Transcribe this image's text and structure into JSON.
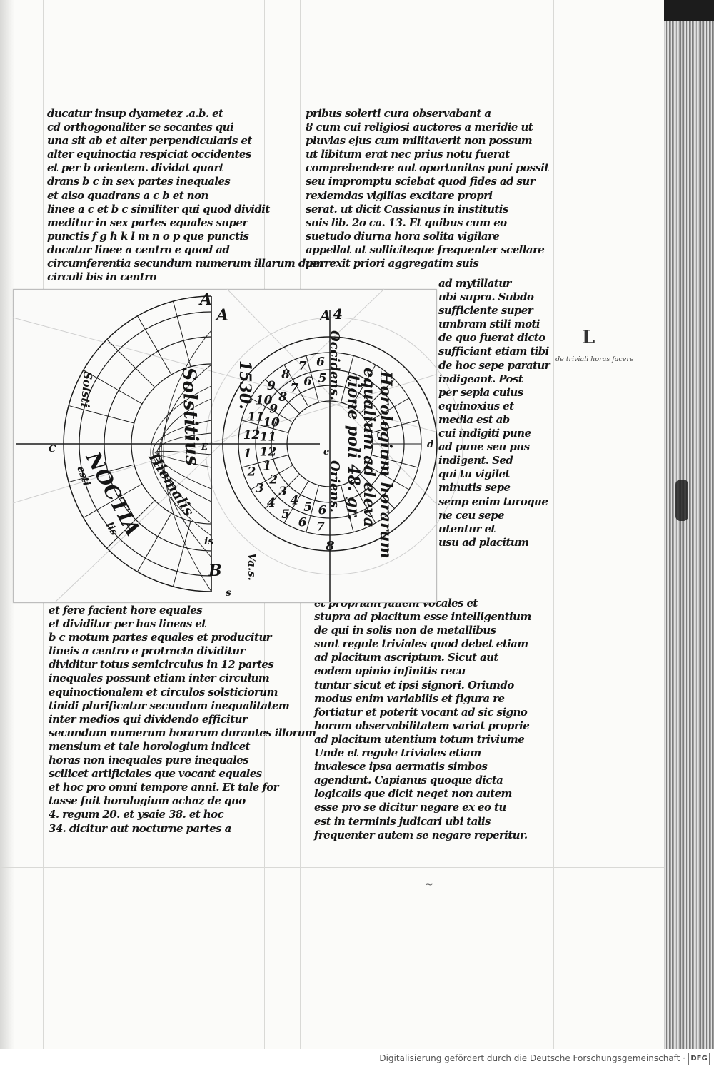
{
  "left_column_top": [
    "ducatur insup dyametez .a.b. et",
    "cd orthogonaliter se secantes qui",
    "una sit ab et alter perpendicularis et",
    "alter equinoctia respiciat occidentes",
    "et per b orientem. dividat quart",
    "drans b c in sex partes inequales",
    "et also quadrans a c b et non",
    "linee a c et b c similiter qui quod dividit",
    "meditur in sex partes equales super",
    "punctis f g h k l m n o p que punctis",
    "ducatur linee a centro e quod ad",
    "circumferentia secundum numerum illarum dum",
    "circuli bis in centro"
  ],
  "left_column_bottom": [
    "et fere facient hore equales",
    "et dividitur per has lineas et",
    "b c motum partes equales et producitur",
    "lineis a centro e protracta dividitur",
    "dividitur totus semicirculus in 12 partes",
    "inequales possunt etiam inter circulum",
    "equinoctionalem et circulos solsticiorum",
    "tinidi plurificatur secundum inequalitatem",
    "inter medios qui dividendo efficitur",
    "secundum numerum horarum durantes illorum",
    "mensium et tale horologium indicet",
    "horas non inequales pure inequales",
    "scilicet artificiales que vocant equales",
    "et hoc pro omni tempore anni. Et tale for",
    "tasse fuit horologium achaz de quo",
    "4. regum 20. et ysaie 38. et hoc",
    "34. dicitur aut nocturne partes a"
  ],
  "right_column_top": [
    "pribus solerti cura observabant a",
    "8 cum cui religiosi auctores a meridie ut",
    "pluvias ejus cum militaverit non possum",
    "ut libitum erat nec prius notu fuerat",
    "comprehendere aut oportunitas poni possit",
    "seu impromptu sciebat quod fides ad sur",
    "rexiemdas vigilias excitare propri",
    "serat. ut dicit Cassianus in institutis",
    "suis lib. 2o ca. 13. Et quibus cum eo",
    "suetudo diurna hora solita vigilare",
    "appellat ut solliciteque frequenter scellare",
    "perrexit priori aggregatim suis"
  ],
  "right_column_middle": [
    "ad mytillatur",
    "ubi supra. Subdo",
    "sufficiente super",
    "umbram stili moti",
    "de quo fuerat dicto",
    "sufficiant etiam tibi",
    "de hoc sepe paratur",
    "indigeant. Post",
    "per sepia cuius",
    "equinoxius et",
    "media est ab",
    "cui indigiti pune",
    "ad pune seu pus",
    "indigent. Sed",
    "qui tu vigilet",
    "minutis sepe",
    "semp enim turoque",
    "ne ceu sepe",
    "utentur et",
    "usu ad placitum"
  ],
  "right_column_bottom": [
    "et propriam fallem vocales et",
    "stupra ad placitum esse intelligentium",
    "de qui in solis non de metallibus",
    "sunt regule triviales quod debet etiam",
    "ad placitum ascriptum. Sicut aut",
    "eodem opinio infinitis recu",
    "tuntur sicut et ipsi signori. Oriundo",
    "modus enim variabilis et figura re",
    "fortiatur et poterit vocant ad sic signo",
    "horum observabilitatem variat proprie",
    "ad placitum utentium totum triviume",
    "Unde et regule triviales etiam",
    "invalesce ipsa aermatis simbos",
    "agendunt. Capianus quoque dicta",
    "logicalis que dicit neget non autem",
    "esse pro se dicitur negare ex eo tu",
    "est in terminis judicari ubi talis",
    "frequenter autem se negare reperitur."
  ],
  "diagram": {
    "left_title": "1530.",
    "label_A_left": "A",
    "label_4_left": "4",
    "label_B": "B",
    "label_E": "E",
    "label_C": "C",
    "label_s": "s",
    "label_is": "is",
    "word_solstitius": "Solstitius",
    "word_hiemalis": "Hiemalis",
    "word_nocti": "NOCTIA",
    "word_va": "Va.s.",
    "word_solstiti": "Solsti",
    "word_esti": "esti",
    "word_alis": "lis",
    "right_title_line1": "Horologium horarum",
    "right_title_line2": "equalium ad eleva",
    "right_title_line3": "tione poli 48. gr.",
    "word_occidens": "Occidens.",
    "word_oriens": "Oriens.",
    "label_A_right": "A",
    "label_4_right": "4",
    "label_d": "d",
    "label_e": "e",
    "label_8": "8",
    "hours_outer": [
      "6",
      "7",
      "8",
      "9",
      "10",
      "11",
      "12",
      "1",
      "2",
      "3",
      "4",
      "5",
      "6",
      "7"
    ],
    "hours_inner": [
      "5",
      "6",
      "7",
      "8",
      "9",
      "10",
      "11",
      "12",
      "1",
      "2",
      "3",
      "4",
      "5",
      "6"
    ]
  },
  "margin": {
    "mark": "L",
    "note": "de triviali horas facere"
  },
  "catchword": "~",
  "footer": {
    "text": "Digitalisierung gefördert durch die Deutsche Forschungsgemeinschaft ·",
    "logo": "DFG"
  }
}
